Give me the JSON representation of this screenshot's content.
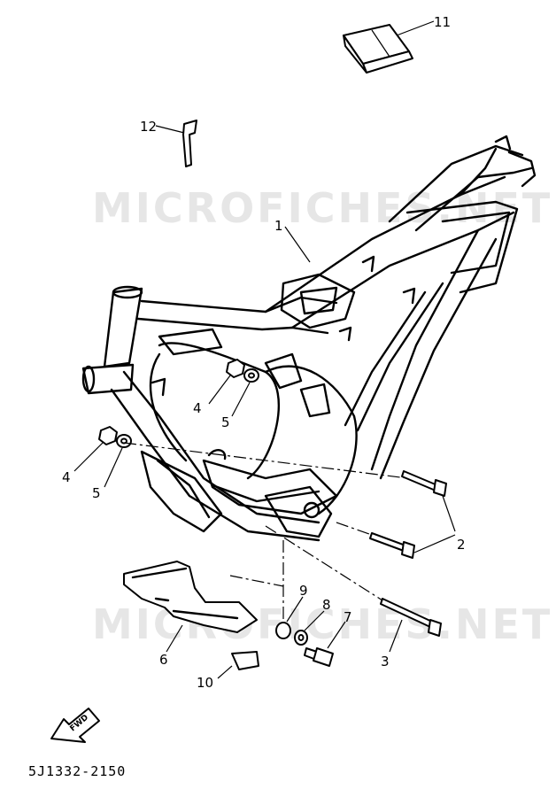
{
  "watermarks": [
    "MICROFICHES.NET",
    "MICROFICHES.NET"
  ],
  "callouts": {
    "c1": "1",
    "c2": "2",
    "c3": "3",
    "c4a": "4",
    "c4b": "4",
    "c5a": "5",
    "c5b": "5",
    "c6": "6",
    "c7": "7",
    "c8": "8",
    "c9": "9",
    "c10": "10",
    "c11": "11",
    "c12": "12"
  },
  "fwd_label": "FWD",
  "drawing_code": "5J1332-2150"
}
